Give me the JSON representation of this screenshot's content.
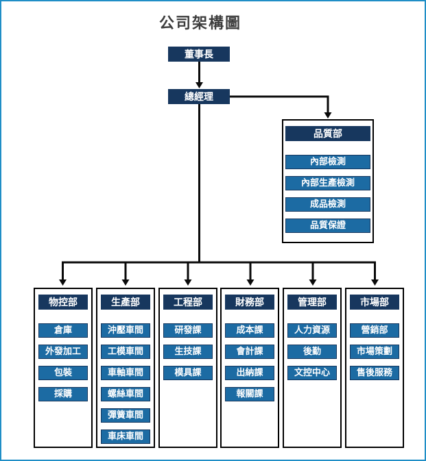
{
  "title": "公司架構圖",
  "colors": {
    "frame": "#1f8ec6",
    "header_fill": "#17375e",
    "item_fill": "#1c6ba3",
    "item_border": "#17375e",
    "connector": "#0a0a0a",
    "container_border": "#000000",
    "title_color": "#3d3d3d"
  },
  "top": {
    "chairman": "董事長",
    "general_manager": "總經理"
  },
  "quality": {
    "name": "品質部",
    "items": [
      "內部檢測",
      "內部生產檢測",
      "成品檢測",
      "品質保證"
    ]
  },
  "departments": [
    {
      "name": "物控部",
      "items": [
        "倉庫",
        "外發加工",
        "包裝",
        "採購"
      ]
    },
    {
      "name": "生產部",
      "items": [
        "沖壓車間",
        "工模車間",
        "車軸車間",
        "螺絲車間",
        "彈簧車間",
        "車床車間"
      ]
    },
    {
      "name": "工程部",
      "items": [
        "研發課",
        "生技課",
        "模具課"
      ]
    },
    {
      "name": "財務部",
      "items": [
        "成本課",
        "會計課",
        "出納課",
        "報關課"
      ]
    },
    {
      "name": "管理部",
      "items": [
        "人力資源",
        "後勤",
        "文控中心"
      ]
    },
    {
      "name": "市場部",
      "items": [
        "營銷部",
        "市場策劃",
        "售後服務"
      ]
    }
  ]
}
